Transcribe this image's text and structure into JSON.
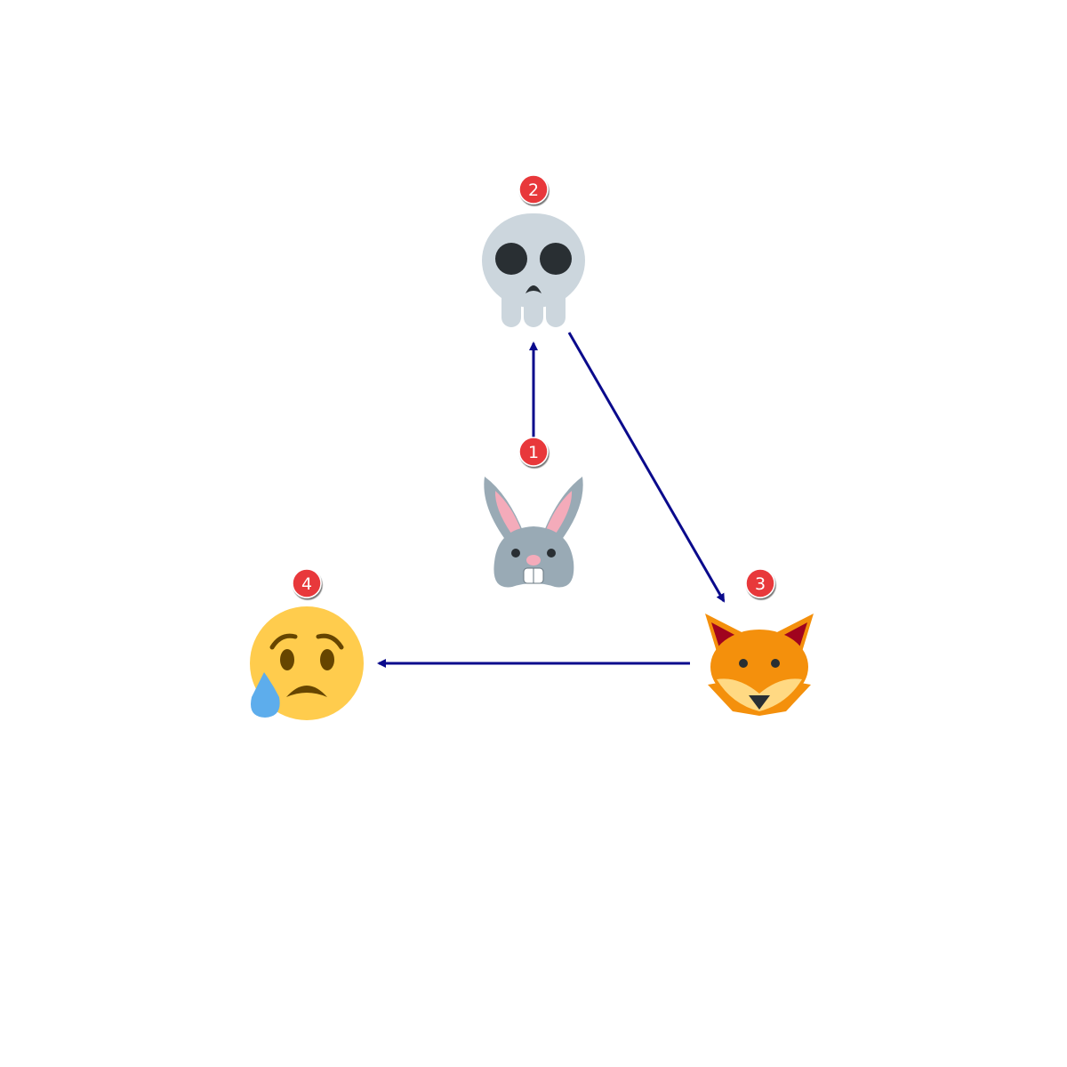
{
  "nodes": [
    {
      "id": "rabbit",
      "badge": "1",
      "icon": "rabbit-face-icon"
    },
    {
      "id": "skull",
      "badge": "2",
      "icon": "skull-icon"
    },
    {
      "id": "fox",
      "badge": "3",
      "icon": "fox-face-icon"
    },
    {
      "id": "sad-face",
      "badge": "4",
      "icon": "sad-but-relieved-face-icon"
    }
  ],
  "edges": [
    {
      "from": "rabbit",
      "to": "skull"
    },
    {
      "from": "skull",
      "to": "fox"
    },
    {
      "from": "fox",
      "to": "sad-face"
    }
  ],
  "colors": {
    "edge": "#0a0a8c",
    "badge_fill": "#e8393a",
    "badge_text": "#ffffff"
  }
}
